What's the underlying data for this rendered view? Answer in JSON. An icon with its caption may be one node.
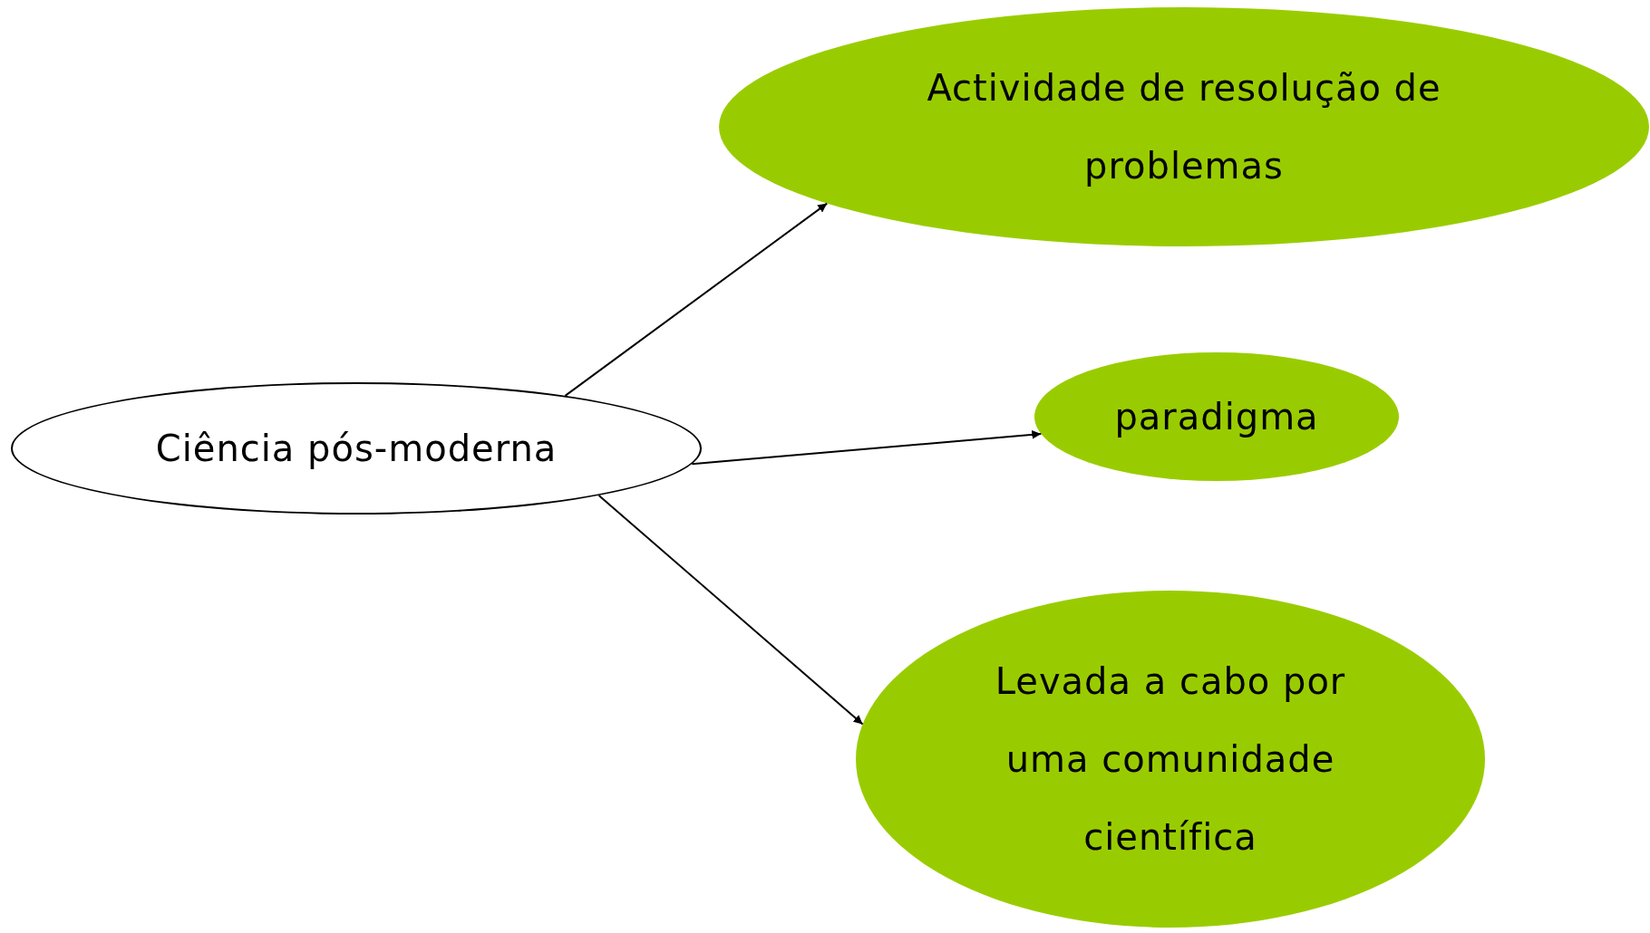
{
  "diagram": {
    "nodes": [
      {
        "text": [
          "Ciência pós-moderna"
        ]
      },
      {
        "text": [
          "Actividade de resolução de problemas"
        ]
      },
      {
        "text": [
          "paradigma"
        ]
      },
      {
        "text": [
          "Levada a cabo por uma comunidade científica"
        ]
      }
    ],
    "edges": [
      {
        "from": 0,
        "to": 1,
        "arrow": "to"
      },
      {
        "from": 0,
        "to": 2,
        "arrow": "to"
      },
      {
        "from": 0,
        "to": 3,
        "arrow": "to"
      }
    ]
  }
}
